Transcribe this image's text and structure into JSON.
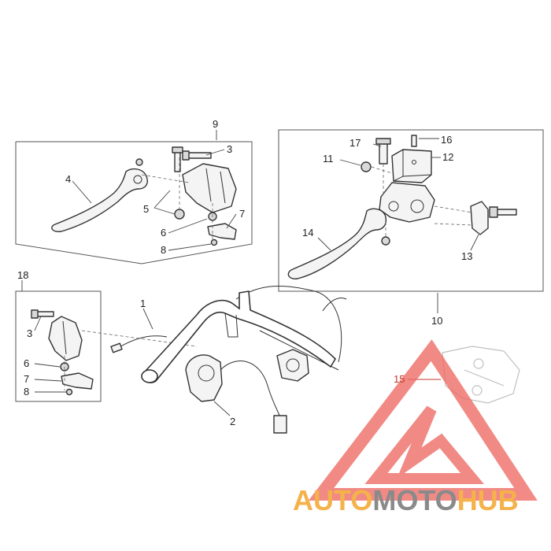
{
  "callouts": {
    "c1": "1",
    "c2": "2",
    "c3a": "3",
    "c3b": "3",
    "c4": "4",
    "c5": "5",
    "c6a": "6",
    "c6b": "6",
    "c7a": "7",
    "c7b": "7",
    "c8a": "8",
    "c8b": "8",
    "c9": "9",
    "c10": "10",
    "c11": "11",
    "c12": "12",
    "c13": "13",
    "c14": "14",
    "c15": "15",
    "c16": "16",
    "c17": "17",
    "c18": "18"
  },
  "watermark": {
    "part_orange": "AUTO",
    "part_gray": "MOTO",
    "part_orange2": "HUB",
    "colors": {
      "orange": "#f5b24a",
      "gray": "#8a8a8a",
      "triangle": "#ee6a63"
    }
  }
}
